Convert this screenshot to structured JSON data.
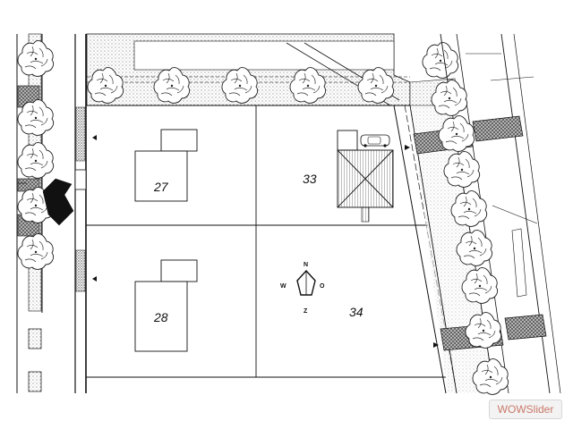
{
  "plan": {
    "plot_labels": [
      "27",
      "33",
      "28",
      "34"
    ],
    "compass": {
      "north": "N",
      "west": "W",
      "east": "O",
      "south": "Z"
    },
    "colors": {
      "line": "#111111",
      "hatch": "#555555",
      "paper": "#ffffff"
    },
    "icons": [
      "tree-icon",
      "car-icon",
      "entrance-arrow-icon",
      "compass-icon"
    ]
  },
  "watermark": {
    "text": "WOWSlider"
  }
}
